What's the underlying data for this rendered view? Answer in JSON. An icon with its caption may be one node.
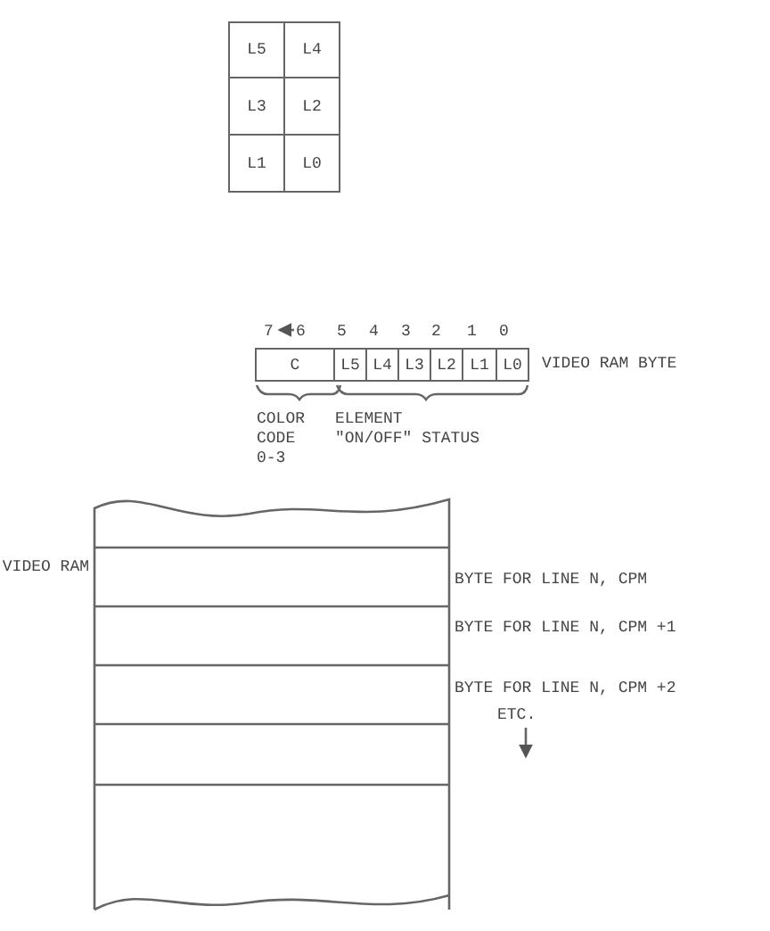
{
  "diagram": {
    "labels": [
      "L5",
      "L4",
      "L3",
      "L2",
      "L1",
      "L0",
      "7",
      "6",
      "5",
      "4",
      "3",
      "2",
      "1",
      "0",
      "C",
      "L5",
      "L4",
      "L3",
      "L2",
      "L1",
      "L0",
      "VIDEO RAM BYTE",
      "COLOR CODE 0-3",
      "ELEMENT \"ON/OFF\" STATUS",
      "VIDEO RAM",
      "BYTE FOR LINE N, CPM",
      "BYTE FOR LINE N, CPM +1",
      "BYTE FOR LINE N, CPM +2",
      "ETC."
    ]
  }
}
